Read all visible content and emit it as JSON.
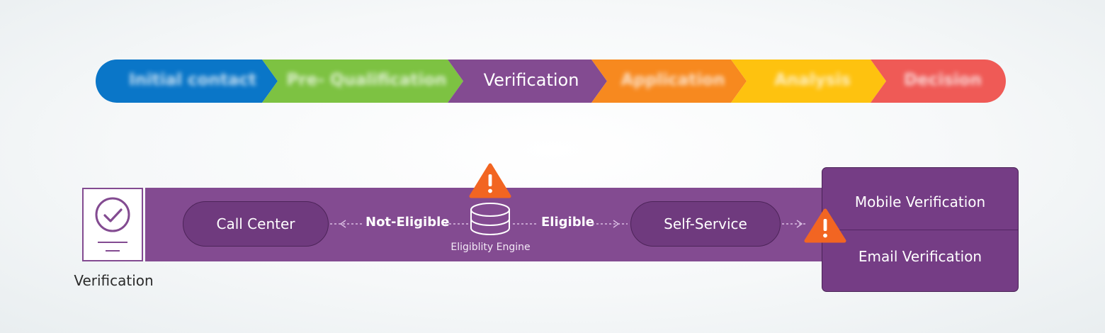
{
  "process": {
    "stages": [
      {
        "label": "Initial contact",
        "color": "#0a76c8",
        "state": "blurred"
      },
      {
        "label": "Pre- Qualification",
        "color": "#7dc242",
        "state": "blurred"
      },
      {
        "label": "Verification",
        "color": "#834b91",
        "state": "active"
      },
      {
        "label": "Application",
        "color": "#f7891f",
        "state": "blurred"
      },
      {
        "label": "Analysis",
        "color": "#fec20f",
        "state": "blurred"
      },
      {
        "label": "Decision",
        "color": "#ef5a56",
        "state": "blurred"
      }
    ]
  },
  "diagram": {
    "section_label": "Verification",
    "call_center_label": "Call Center",
    "not_eligible_label": "Not-Eligible",
    "eligible_label": "Eligible",
    "engine_caption": "Eligiblity Engine",
    "self_service_label": "Self-Service",
    "channels": [
      "Mobile Verification",
      "Email Verification"
    ],
    "icons": {
      "document": "document-check-icon",
      "engine": "database-icon",
      "warning": "warning-icon"
    },
    "colors": {
      "lane": "#834b91",
      "pill": "#6f3a7e",
      "warning": "#f26522"
    }
  }
}
